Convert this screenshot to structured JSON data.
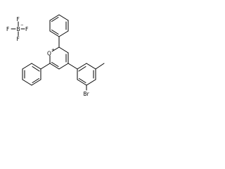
{
  "structure": {
    "atom_labels": {
      "boron": "B",
      "fluorine": "F",
      "oxygen": "O",
      "bromine": "Br"
    },
    "charges": {
      "boron": "−",
      "oxygen": "+"
    }
  }
}
